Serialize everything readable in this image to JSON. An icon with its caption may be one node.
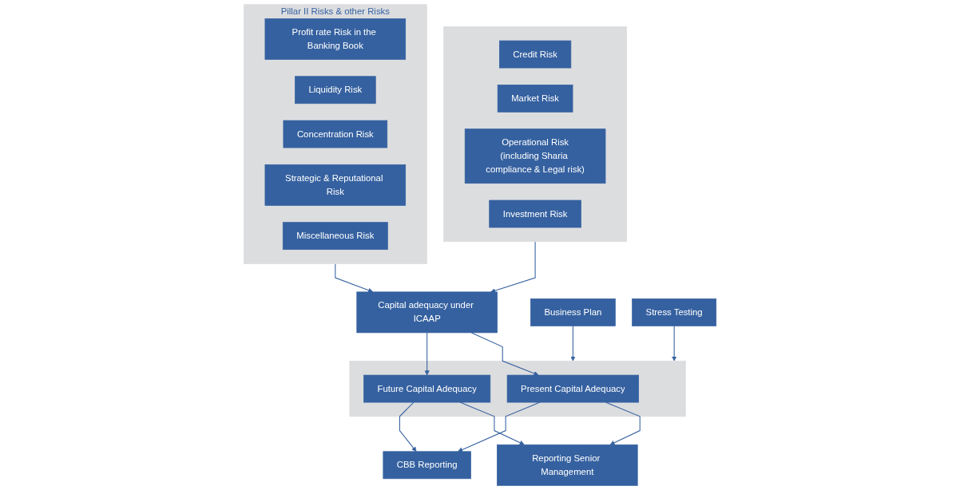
{
  "diagram": {
    "nodes": [
      {
        "text": [],
        "shape": "box"
      },
      {
        "text": [
          "Credit Risk"
        ],
        "in": 0
      },
      {
        "text": [
          "Market Risk"
        ],
        "in": 0
      },
      {
        "text": [
          "Operational Risk",
          "(including Sharia compliance & Legal risk)"
        ],
        "in": 0
      },
      {
        "text": [
          "Investment Risk"
        ],
        "in": 0
      },
      {
        "text": [
          "Pillar II Risks & other Risks"
        ]
      },
      {
        "text": [
          "Profit rate Risk in the Banking Book"
        ],
        "in": 5
      },
      {
        "text": [
          "Liquidity Risk"
        ],
        "in": 5
      },
      {
        "text": [
          "Concentration Risk"
        ],
        "in": 5
      },
      {
        "text": [
          "Strategic & Reputational Risk"
        ],
        "in": 5
      },
      {
        "text": [
          "Miscellaneous Risk"
        ],
        "in": 5
      },
      {
        "text": [
          "Capital adequacy under ICAAP"
        ]
      },
      {
        "text": [],
        "shape": "box"
      },
      {
        "text": [
          "Present Capital Adequacy"
        ],
        "in": 12
      },
      {
        "text": [
          "Future Capital Adequacy"
        ],
        "in": 12
      },
      {
        "text": [
          "Reporting Senior Management"
        ]
      },
      {
        "text": [
          "CBB Reporting"
        ]
      },
      {
        "text": [
          "Business Plan"
        ]
      },
      {
        "text": [
          "Stress Testing"
        ]
      }
    ],
    "edges": [
      {
        "from": 0,
        "to": 11,
        "arrow": "to"
      },
      {
        "from": 5,
        "to": 11,
        "arrow": "to"
      },
      {
        "from": 11,
        "to": 13,
        "arrow": "to"
      },
      {
        "from": 11,
        "to": 14,
        "arrow": "to"
      },
      {
        "from": 13,
        "to": 15,
        "arrow": "to"
      },
      {
        "from": 13,
        "to": 16,
        "arrow": "to"
      },
      {
        "from": 14,
        "to": 15,
        "arrow": "to"
      },
      {
        "from": 14,
        "to": 16,
        "arrow": "to"
      },
      {
        "from": 17,
        "to": 12,
        "arrow": "to"
      },
      {
        "from": 18,
        "to": 12,
        "arrow": "to"
      }
    ]
  }
}
